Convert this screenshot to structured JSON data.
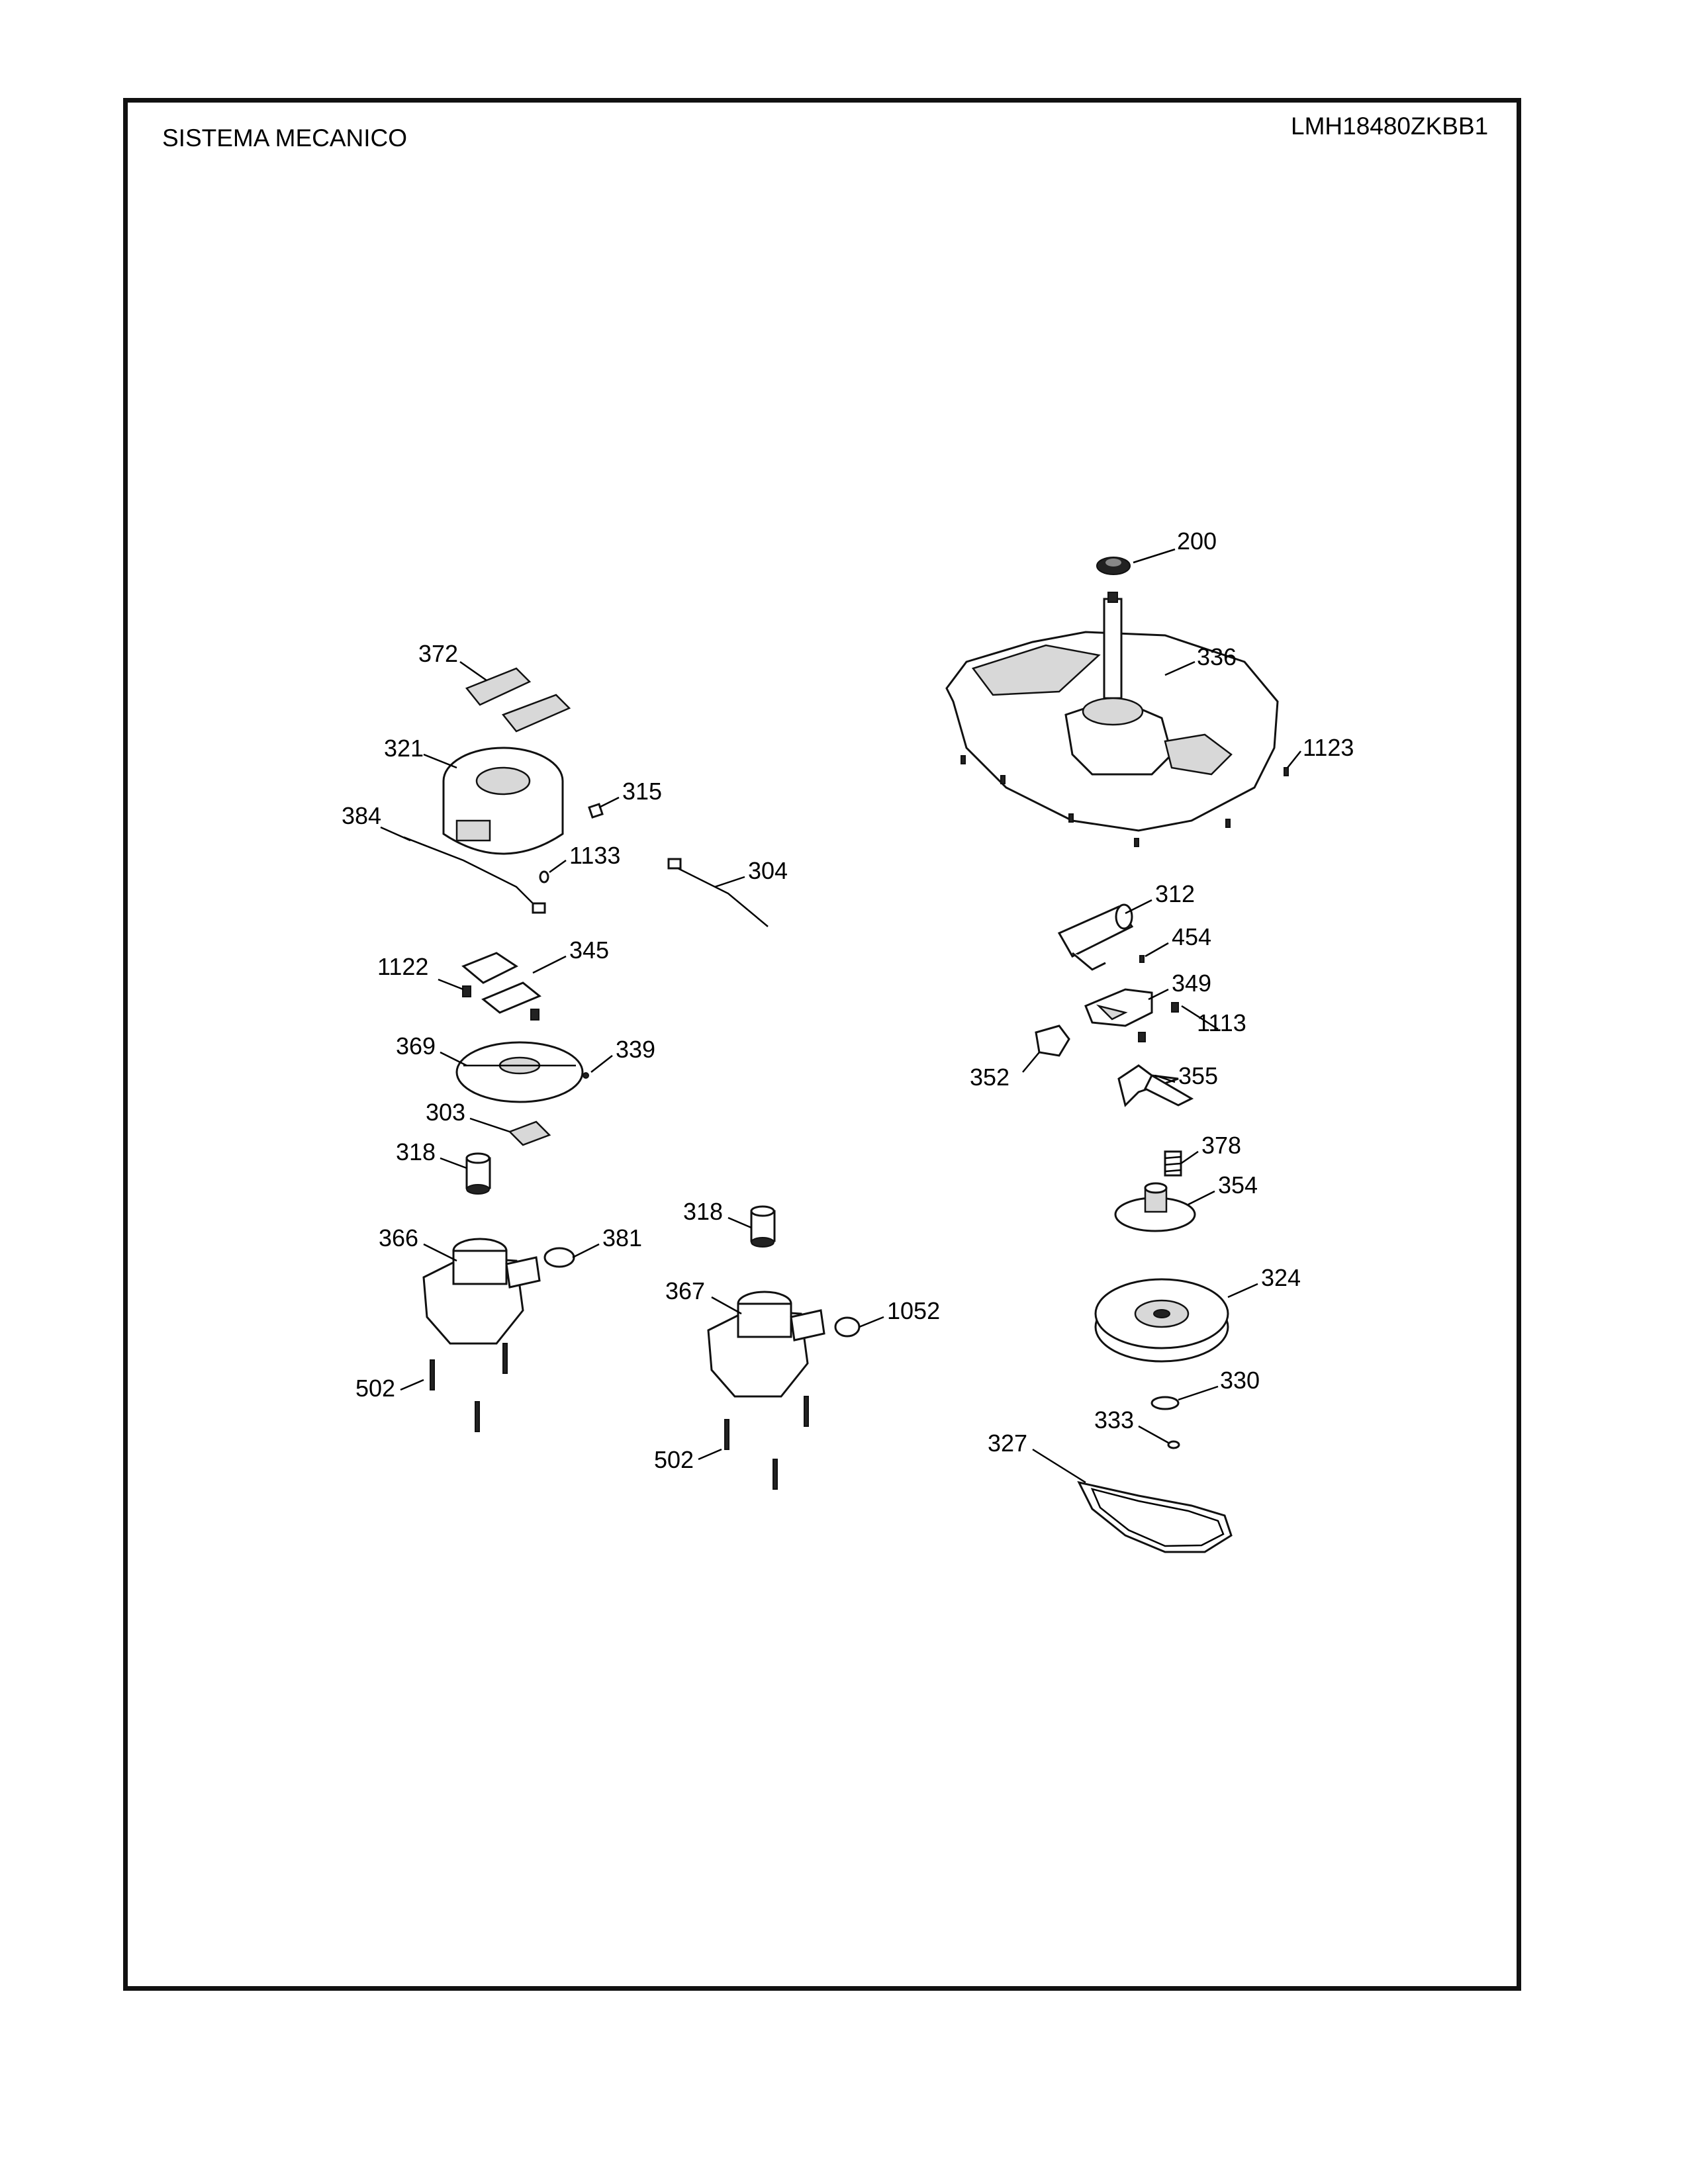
{
  "header": {
    "title": "SISTEMA MECANICO",
    "model": "LMH18480ZKBB1"
  },
  "callouts": [
    {
      "id": "c200",
      "label": "200"
    },
    {
      "id": "c336",
      "label": "336"
    },
    {
      "id": "c1123",
      "label": "1123"
    },
    {
      "id": "c372",
      "label": "372"
    },
    {
      "id": "c321",
      "label": "321"
    },
    {
      "id": "c315",
      "label": "315"
    },
    {
      "id": "c384",
      "label": "384"
    },
    {
      "id": "c1133",
      "label": "1133"
    },
    {
      "id": "c304",
      "label": "304"
    },
    {
      "id": "c312",
      "label": "312"
    },
    {
      "id": "c454",
      "label": "454"
    },
    {
      "id": "c1122",
      "label": "1122"
    },
    {
      "id": "c345",
      "label": "345"
    },
    {
      "id": "c349",
      "label": "349"
    },
    {
      "id": "c1113",
      "label": "1113"
    },
    {
      "id": "c369",
      "label": "369"
    },
    {
      "id": "c339",
      "label": "339"
    },
    {
      "id": "c352",
      "label": "352"
    },
    {
      "id": "c355",
      "label": "355"
    },
    {
      "id": "c303",
      "label": "303"
    },
    {
      "id": "c318a",
      "label": "318"
    },
    {
      "id": "c378",
      "label": "378"
    },
    {
      "id": "c354",
      "label": "354"
    },
    {
      "id": "c318b",
      "label": "318"
    },
    {
      "id": "c366",
      "label": "366"
    },
    {
      "id": "c381",
      "label": "381"
    },
    {
      "id": "c324",
      "label": "324"
    },
    {
      "id": "c367",
      "label": "367"
    },
    {
      "id": "c1052",
      "label": "1052"
    },
    {
      "id": "c502a",
      "label": "502"
    },
    {
      "id": "c330",
      "label": "330"
    },
    {
      "id": "c333",
      "label": "333"
    },
    {
      "id": "c502b",
      "label": "502"
    },
    {
      "id": "c327",
      "label": "327"
    }
  ]
}
